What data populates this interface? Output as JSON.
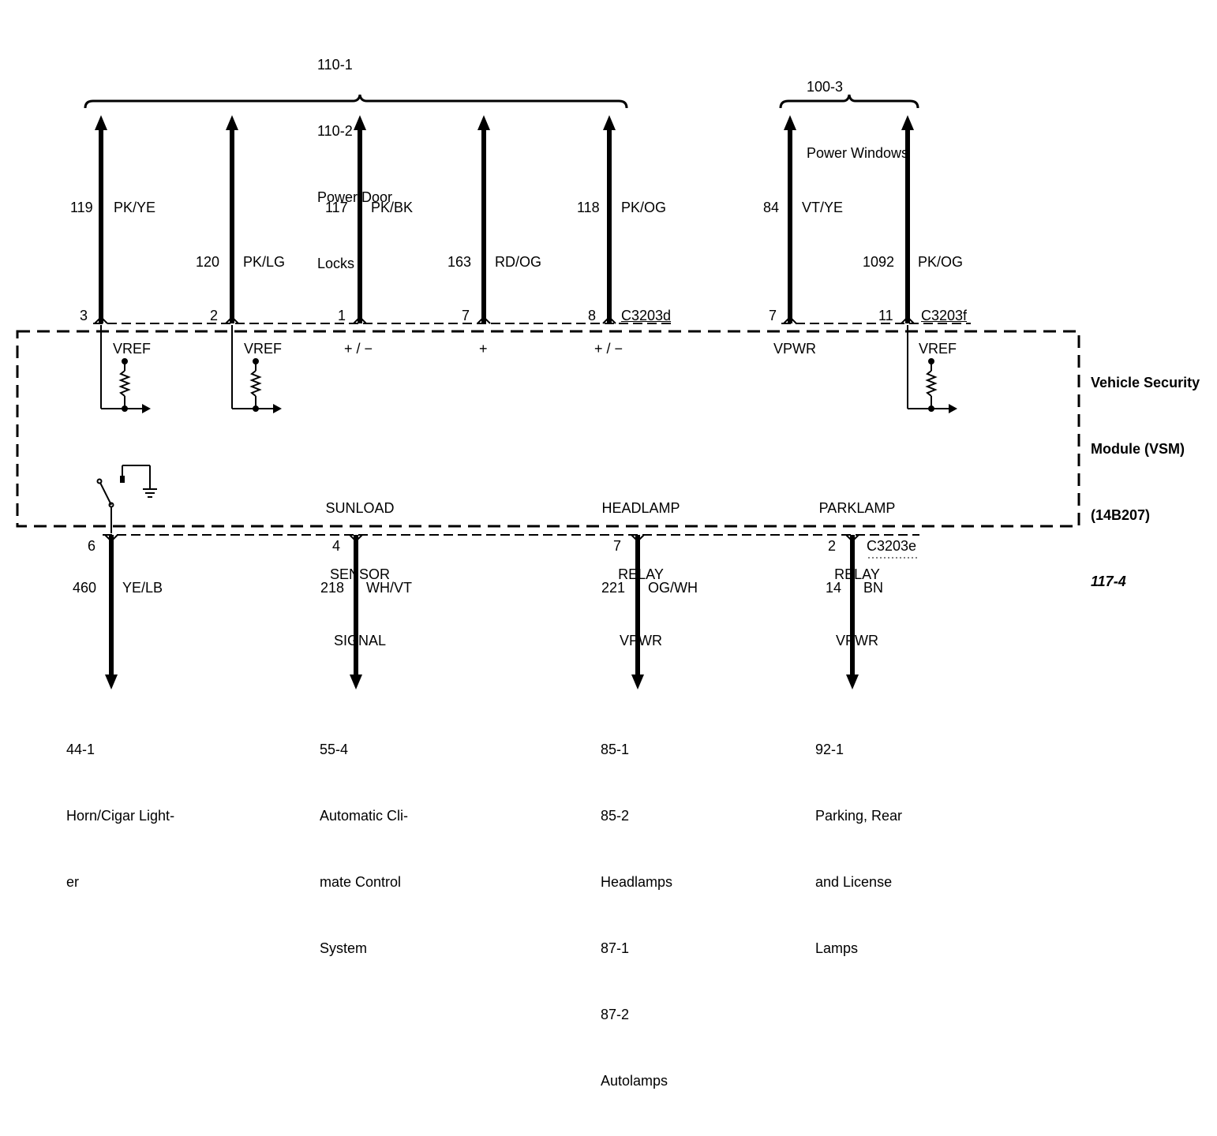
{
  "top_groups": {
    "door_locks": [
      "110-1",
      "110-2",
      "Power Door",
      "Locks"
    ],
    "windows": [
      "100-3",
      "Power Windows"
    ]
  },
  "module": {
    "name_lines": [
      "Vehicle Security",
      "Module (VSM)",
      "(14B207)"
    ],
    "ref": "117-4"
  },
  "connectors": {
    "top_left": "C3203d",
    "top_right": "C3203f",
    "bottom": "C3203e"
  },
  "top_wires": [
    {
      "pin": "3",
      "circuit": "119",
      "color": "PK/YE",
      "function": "VREF"
    },
    {
      "pin": "2",
      "circuit": "120",
      "color": "PK/LG",
      "function": "VREF"
    },
    {
      "pin": "1",
      "circuit": "117",
      "color": "PK/BK",
      "function": "+ / −"
    },
    {
      "pin": "7",
      "circuit": "163",
      "color": "RD/OG",
      "function": "+"
    },
    {
      "pin": "8",
      "circuit": "118",
      "color": "PK/OG",
      "function": "+ / −"
    },
    {
      "pin": "7",
      "circuit": "84",
      "color": "VT/YE",
      "function": "VPWR"
    },
    {
      "pin": "11",
      "circuit": "1092",
      "color": "PK/OG",
      "function": "VREF"
    }
  ],
  "bottom_wires": [
    {
      "pin": "6",
      "circuit": "460",
      "color": "YE/LB",
      "function": [],
      "dest": [
        "44-1",
        "Horn/Cigar Light-",
        "er"
      ]
    },
    {
      "pin": "4",
      "circuit": "218",
      "color": "WH/VT",
      "function": [
        "SUNLOAD",
        "SENSOR",
        "SIGNAL"
      ],
      "dest": [
        "55-4",
        "Automatic Cli-",
        "mate Control",
        "System"
      ]
    },
    {
      "pin": "7",
      "circuit": "221",
      "color": "OG/WH",
      "function": [
        "HEADLAMP",
        "RELAY",
        "VPWR"
      ],
      "dest": [
        "85-1",
        "85-2",
        "Headlamps",
        "87-1",
        "87-2",
        "Autolamps"
      ]
    },
    {
      "pin": "2",
      "circuit": "14",
      "color": "BN",
      "function": [
        "PARKLAMP",
        "RELAY",
        "VPWR"
      ],
      "dest": [
        "92-1",
        "Parking, Rear",
        "and License",
        "Lamps"
      ]
    }
  ]
}
